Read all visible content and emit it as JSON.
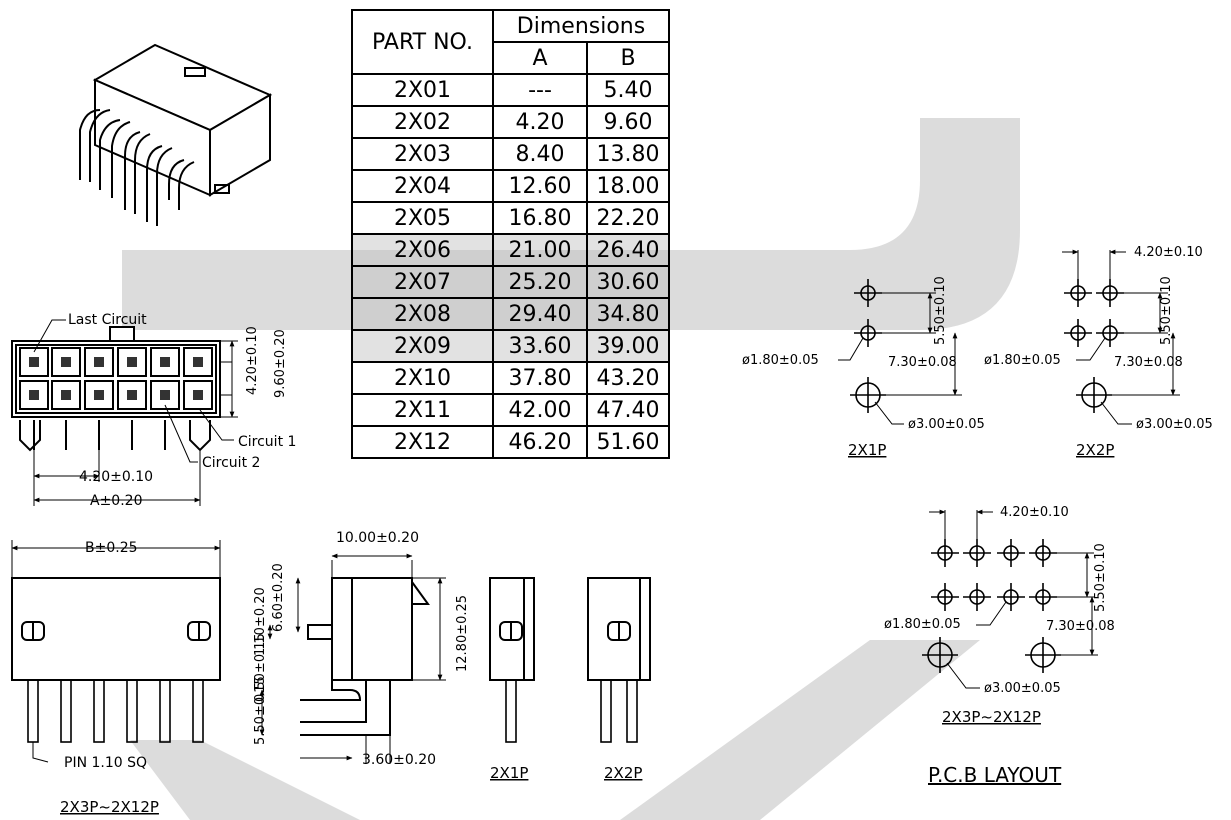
{
  "table": {
    "header_part": "PART NO.",
    "header_dim": "Dimensions",
    "header_a": "A",
    "header_b": "B",
    "rows": [
      {
        "part": "2X01",
        "a": "---",
        "b": "5.40",
        "shade": false
      },
      {
        "part": "2X02",
        "a": "4.20",
        "b": "9.60",
        "shade": false
      },
      {
        "part": "2X03",
        "a": "8.40",
        "b": "13.80",
        "shade": false
      },
      {
        "part": "2X04",
        "a": "12.60",
        "b": "18.00",
        "shade": false
      },
      {
        "part": "2X05",
        "a": "16.80",
        "b": "22.20",
        "shade": false
      },
      {
        "part": "2X06",
        "a": "21.00",
        "b": "26.40",
        "shade": true
      },
      {
        "part": "2X07",
        "a": "25.20",
        "b": "30.60",
        "shade": true
      },
      {
        "part": "2X08",
        "a": "29.40",
        "b": "34.80",
        "shade": true
      },
      {
        "part": "2X09",
        "a": "33.60",
        "b": "39.00",
        "shade": true
      },
      {
        "part": "2X10",
        "a": "37.80",
        "b": "43.20",
        "shade": false
      },
      {
        "part": "2X11",
        "a": "42.00",
        "b": "47.40",
        "shade": false
      },
      {
        "part": "2X12",
        "a": "46.20",
        "b": "51.60",
        "shade": false
      }
    ]
  },
  "front_view": {
    "last_circuit": "Last Circuit",
    "circuit_1": "Circuit 1",
    "circuit_2": "Circuit 2",
    "dim_row_pitch": "4.20±0.10",
    "dim_height": "9.60±0.20",
    "dim_pitch": "4.20±0.10",
    "dim_a": "A±0.20"
  },
  "bottom_views": {
    "dim_b": "B±0.25",
    "pin_note": "PIN 1.10 SQ",
    "main_caption": "2X3P~2X12P",
    "side_depth": "10.00±0.20",
    "side_peg_offset": "1.10±0.20",
    "side_peg_height": "6.60±0.20",
    "side_height": "12.80±0.25",
    "side_pin_offset": "0.50±0.15",
    "side_pin_pitch": "5.50±0.15",
    "side_pin_len": "3.60±0.20",
    "caption_1p": "2X1P",
    "caption_2p": "2X2P"
  },
  "pcb": {
    "dim_hole_pitch_v": "5.50±0.10",
    "dim_hole_dia": "ø1.80±0.05",
    "dim_row_offset": "7.30±0.08",
    "dim_peg_dia": "ø3.00±0.05",
    "dim_pitch_h": "4.20±0.10",
    "caption_1p": "2X1P",
    "caption_2p": "2X2P",
    "caption_multi": "2X3P~2X12P",
    "title": "P.C.B LAYOUT"
  }
}
